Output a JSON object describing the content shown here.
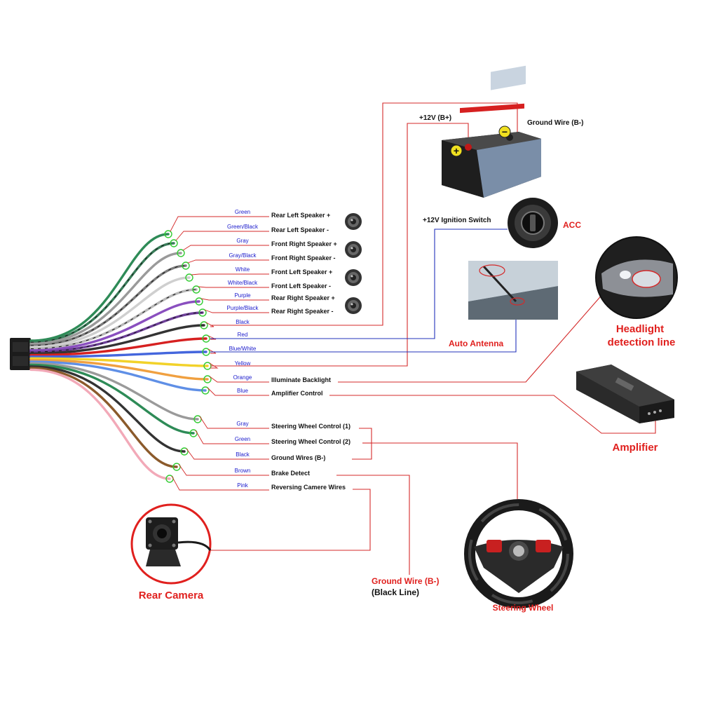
{
  "wires": [
    {
      "color": "Green",
      "function": "Rear Left Speaker +",
      "hex": "#2e8b57"
    },
    {
      "color": "Green/Black",
      "function": "Rear Left Speaker -",
      "hex": "#3a7d5a"
    },
    {
      "color": "Gray",
      "function": "Front Right Speaker +",
      "hex": "#9a9a9a"
    },
    {
      "color": "Gray/Black",
      "function": "Front Right Speaker -",
      "hex": "#7d7d7d"
    },
    {
      "color": "White",
      "function": "Front Left Speaker +",
      "hex": "#cfcfcf"
    },
    {
      "color": "White/Black",
      "function": "Front Left Speaker -",
      "hex": "#b8b8b8"
    },
    {
      "color": "Purple",
      "function": "Rear Right Speaker +",
      "hex": "#8a4fbf"
    },
    {
      "color": "Purple/Black",
      "function": "Rear Right Speaker -",
      "hex": "#6e3f99"
    },
    {
      "color": "Black",
      "function": "",
      "hex": "#333333"
    },
    {
      "color": "Red",
      "function": "",
      "hex": "#d62020"
    },
    {
      "color": "Blue/White",
      "function": "",
      "hex": "#4466dd"
    },
    {
      "color": "Yellow",
      "function": "",
      "hex": "#f2d22a"
    },
    {
      "color": "Orange",
      "function": "Illuminate Backlight",
      "hex": "#f0a040"
    },
    {
      "color": "Blue",
      "function": "Amplifier Control",
      "hex": "#5f8fe6"
    },
    {
      "color": "Gray",
      "function": "Steering Wheel Control (1)",
      "hex": "#9a9a9a"
    },
    {
      "color": "Green",
      "function": "Steering Wheel Control (2)",
      "hex": "#2e8b57"
    },
    {
      "color": "Black",
      "function": "Ground Wires (B-)",
      "hex": "#333333"
    },
    {
      "color": "Brown",
      "function": "Brake Detect",
      "hex": "#8b5a2b"
    },
    {
      "color": "Pink",
      "function": "Reversing Camere Wires",
      "hex": "#f2a9b8"
    }
  ],
  "battery": {
    "positive_label": "+12V  (B+)",
    "negative_label": "Ground Wire (B-)",
    "plus_symbol": "+",
    "minus_symbol": "−"
  },
  "ignition": {
    "label": "+12V  Ignition Switch",
    "title": "ACC"
  },
  "devices": {
    "antenna": "Auto Antenna",
    "headlight_line1": "Headlight",
    "headlight_line2": "detection line",
    "amplifier": "Amplifier",
    "steering_wheel": "Steering Wheel",
    "rear_camera": "Rear Camera",
    "ground_wire_line1": "Ground Wire (B-)",
    "ground_wire_line2": "(Black Line)"
  },
  "colors": {
    "leader_red": "#d42a2a",
    "leader_blue": "#2233bb",
    "wire_label_blue": "#1a1acc",
    "title_red": "#e0201e",
    "marker_green": "#33cc33"
  }
}
